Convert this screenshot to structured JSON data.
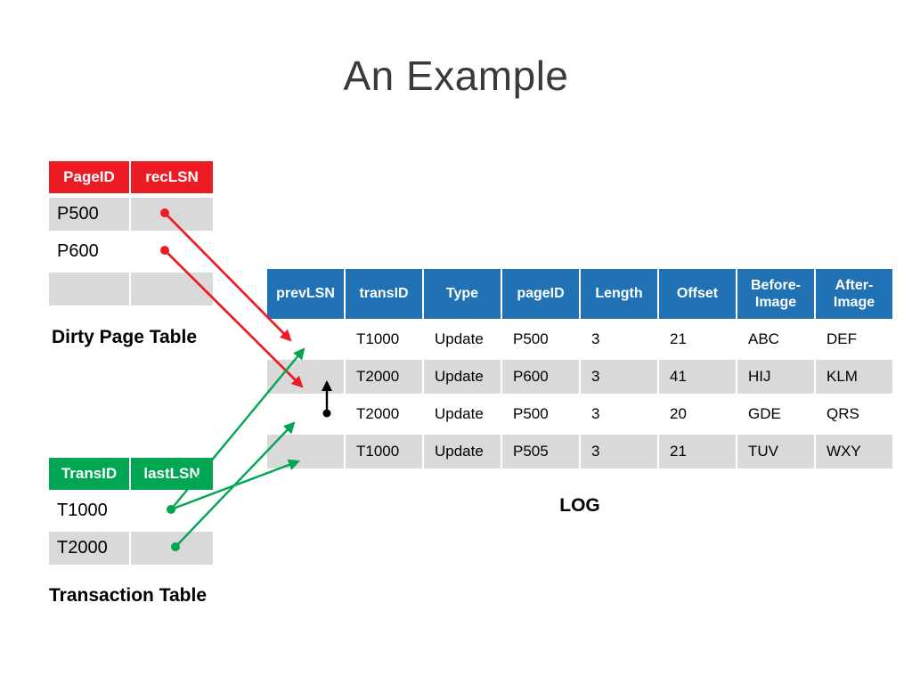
{
  "title": "An Example",
  "colors": {
    "dirty_page_header": "#ed1c24",
    "transaction_header": "#00a651",
    "log_header": "#2171b5",
    "row_gray": "#d9d9d9",
    "red_arrow": "#ed1c24",
    "green_arrow": "#00a651",
    "black_arrow": "#000000"
  },
  "dirty_page_table": {
    "label": "Dirty Page Table",
    "headers": [
      "PageID",
      "recLSN"
    ],
    "rows": [
      [
        "P500",
        ""
      ],
      [
        "P600",
        ""
      ],
      [
        "",
        ""
      ]
    ]
  },
  "transaction_table": {
    "label": "Transaction Table",
    "headers": [
      "TransID",
      "lastLSN"
    ],
    "rows": [
      [
        "T1000",
        ""
      ],
      [
        "T2000",
        ""
      ]
    ]
  },
  "log_table": {
    "label": "LOG",
    "headers": [
      "prevLSN",
      "transID",
      "Type",
      "pageID",
      "Length",
      "Offset",
      "Before-Image",
      "After-Image"
    ],
    "rows": [
      [
        "",
        "T1000",
        "Update",
        "P500",
        "3",
        "21",
        "ABC",
        "DEF"
      ],
      [
        "",
        "T2000",
        "Update",
        "P600",
        "3",
        "41",
        "HIJ",
        "KLM"
      ],
      [
        "",
        "T2000",
        "Update",
        "P500",
        "3",
        "20",
        "GDE",
        "QRS"
      ],
      [
        "",
        "T1000",
        "Update",
        "P505",
        "3",
        "21",
        "TUV",
        "WXY"
      ]
    ]
  },
  "arrows": [
    {
      "color": "red",
      "from": "P500.recLSN",
      "to": "log-row-1.prevLSN"
    },
    {
      "color": "red",
      "from": "P600.recLSN",
      "to": "log-row-2.prevLSN"
    },
    {
      "color": "green",
      "from": "T1000.lastLSN",
      "to": "log-row-1.prevLSN"
    },
    {
      "color": "green",
      "from": "T2000.lastLSN",
      "to": "log-row-3.prevLSN"
    },
    {
      "color": "green",
      "from": "T1000.lastLSN",
      "to": "log-row-4.prevLSN"
    },
    {
      "color": "black",
      "from": "log-row-3.prevLSN",
      "to": "log-row-2.prevLSN"
    }
  ]
}
